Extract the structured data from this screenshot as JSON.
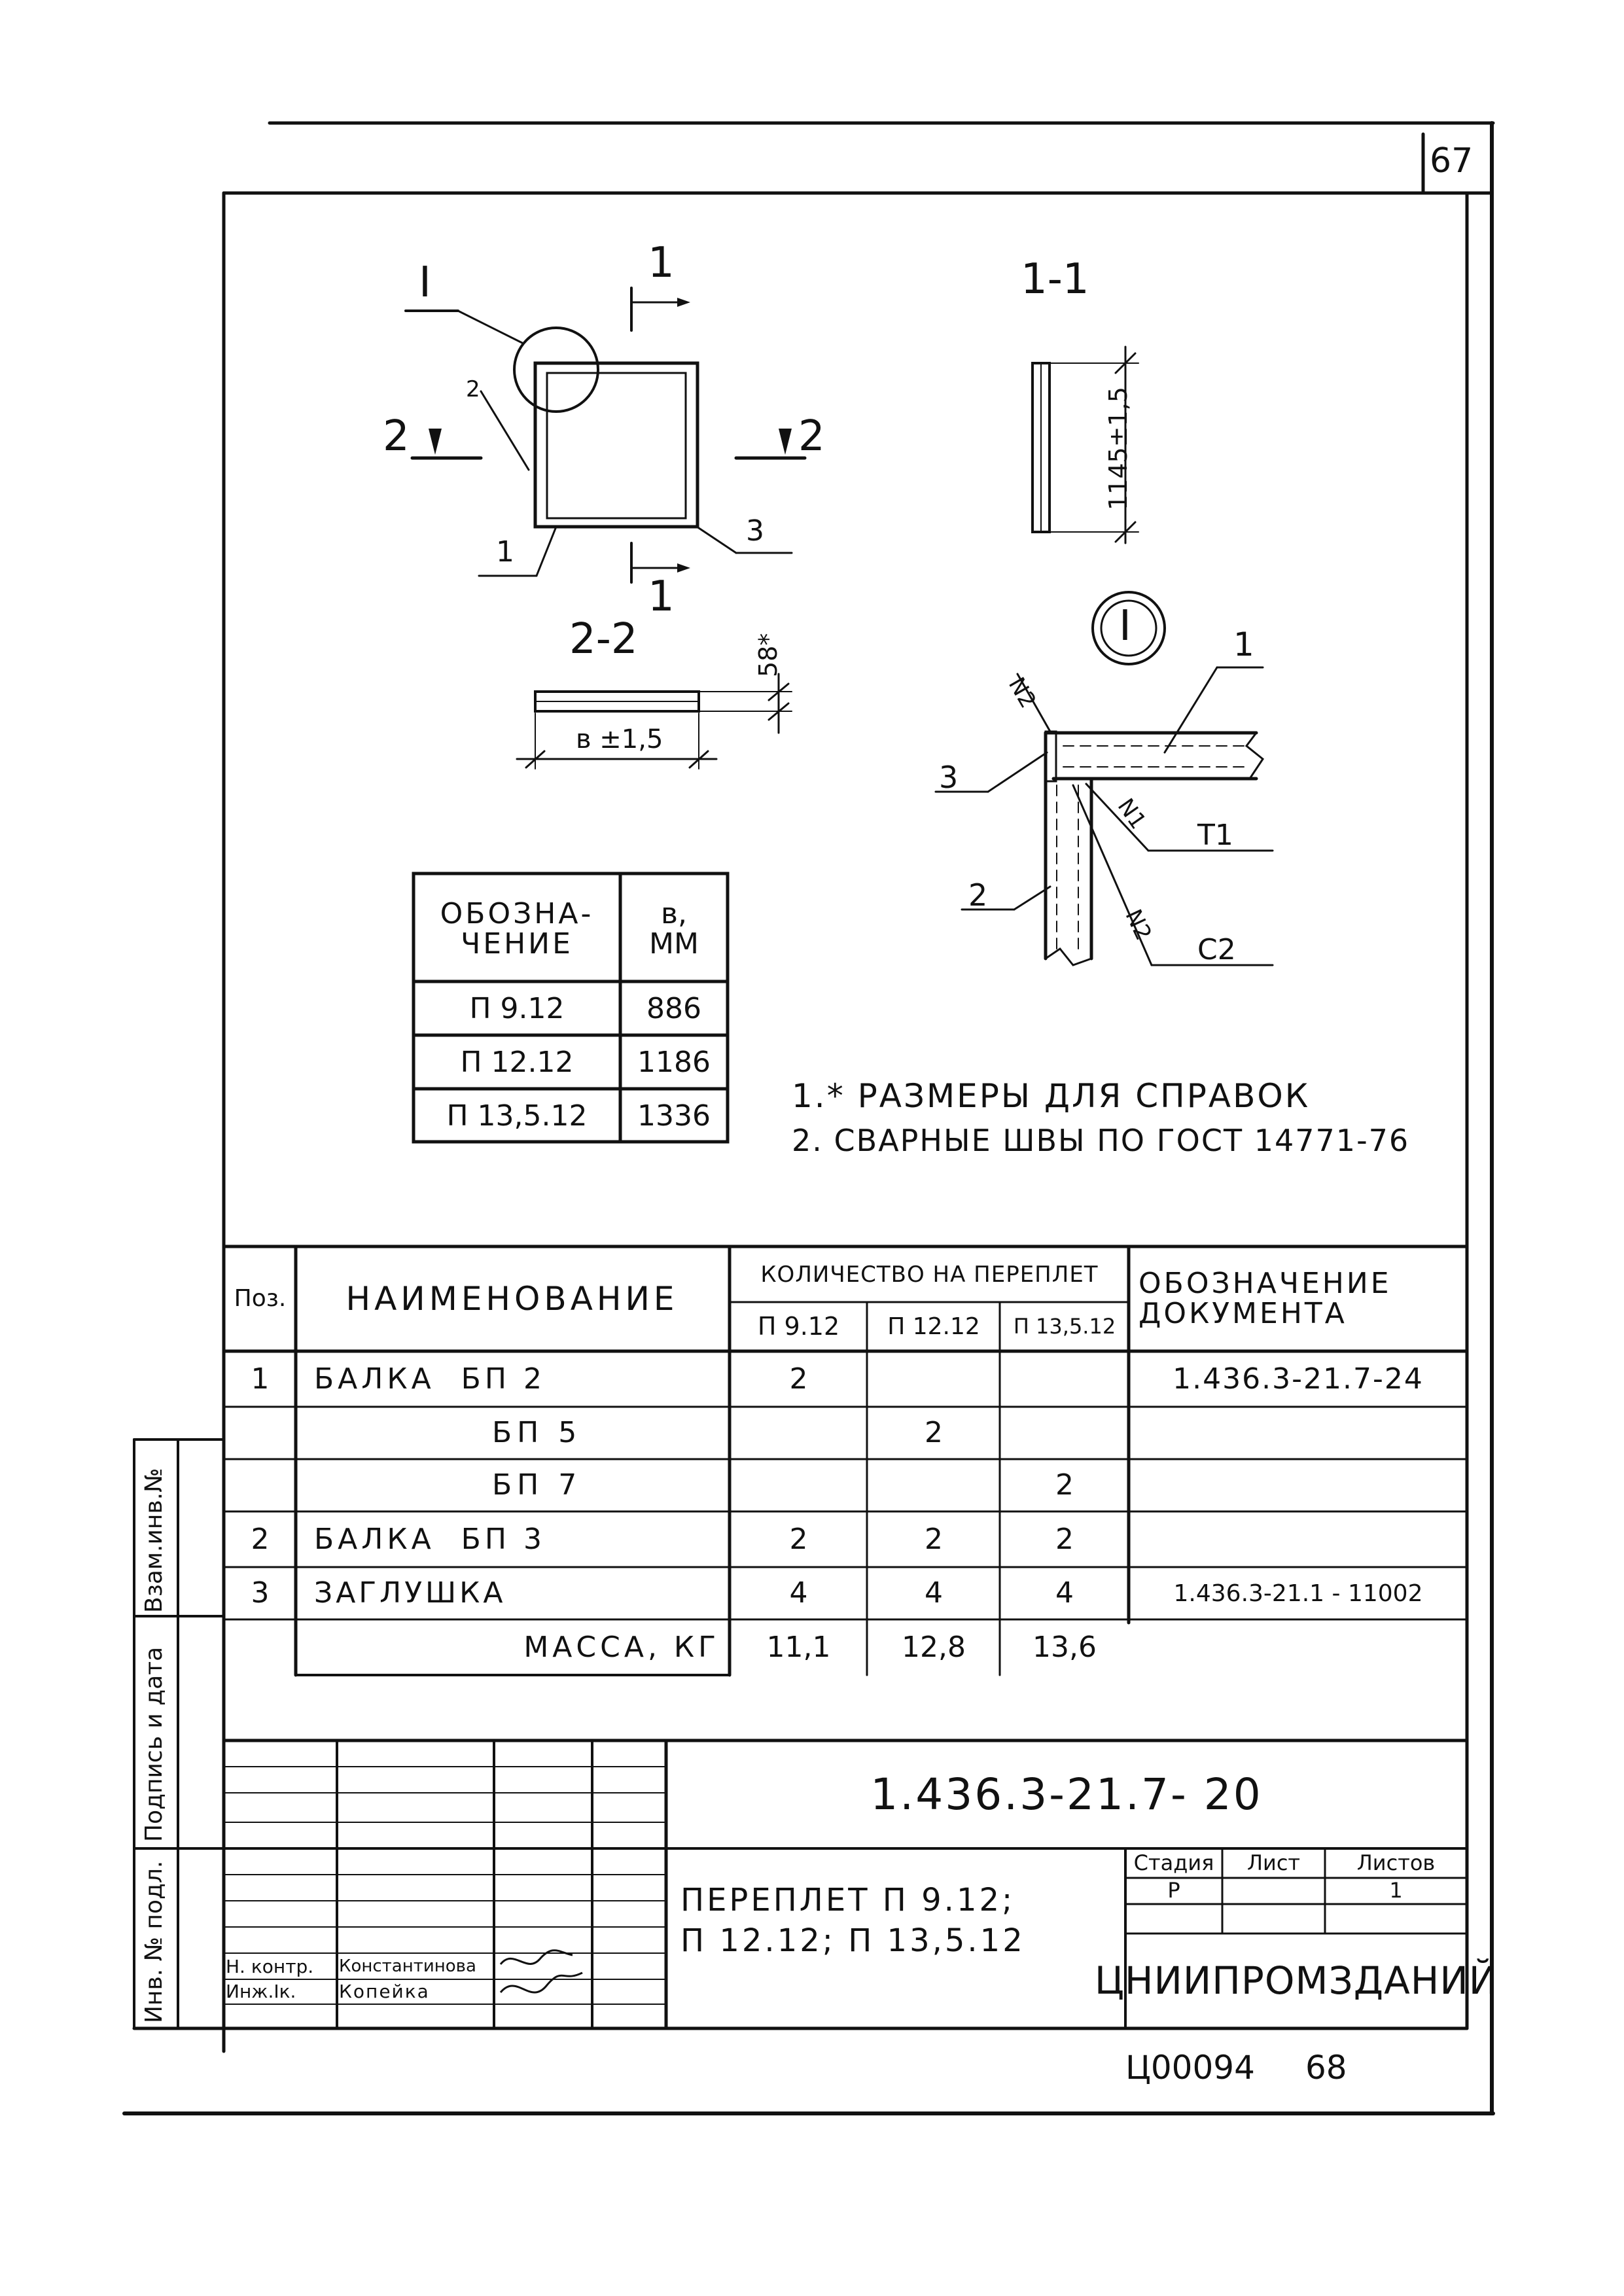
{
  "page_number": "67",
  "drawing": {
    "view_marks": {
      "detail": "I",
      "section1_top": "1",
      "section1_bottom": "1",
      "section2_left": "2",
      "section2_right": "2",
      "part1": "1",
      "part2": "2",
      "part3": "3"
    },
    "section_1_1": {
      "title": "1-1",
      "dimension": "1145±1,5"
    },
    "section_2_2": {
      "title": "2-2",
      "height_dim": "58*",
      "width_dim": "в ±1,5"
    },
    "detail_I": {
      "title": "I",
      "part1": "1",
      "part2": "2",
      "part3": "3",
      "weld_n2_top": "N2",
      "weld_n1": "N1",
      "weld_n2_bottom": "N2",
      "weld_t1": "Т1",
      "weld_c2": "С2"
    }
  },
  "dim_table": {
    "headers": [
      "ОБОЗНА-\nЧЕНИЕ",
      "в,\nММ"
    ],
    "rows": [
      [
        "П 9.12",
        "886"
      ],
      [
        "П 12.12",
        "1186"
      ],
      [
        "П 13,5.12",
        "1336"
      ]
    ]
  },
  "notes": [
    "1.* РАЗМЕРЫ ДЛЯ СПРАВОК",
    "2. СВАРНЫЕ ШВЫ ПО ГОСТ 14771-76"
  ],
  "spec_table": {
    "header": {
      "pos": "Поз.",
      "name": "НАИМЕНОВАНИЕ",
      "qty": "КОЛИЧЕСТВО НА ПЕРЕПЛЕТ",
      "qty_cols": [
        "П 9.12",
        "П 12.12",
        "П 13,5.12"
      ],
      "doc": "ОБОЗНАЧЕНИЕ\nДОКУМЕНТА"
    },
    "rows": [
      {
        "pos": "1",
        "name": "БАЛКА  БП 2",
        "q1": "2",
        "q2": "",
        "q3": "",
        "doc": "1.436.3-21.7-24"
      },
      {
        "pos": "",
        "name": "БП 5",
        "q1": "",
        "q2": "2",
        "q3": "",
        "doc": ""
      },
      {
        "pos": "",
        "name": "БП 7",
        "q1": "",
        "q2": "",
        "q3": "2",
        "doc": ""
      },
      {
        "pos": "2",
        "name": "БАЛКА  БП 3",
        "q1": "2",
        "q2": "2",
        "q3": "2",
        "doc": ""
      },
      {
        "pos": "3",
        "name": "ЗАГЛУШКА",
        "q1": "4",
        "q2": "4",
        "q3": "4",
        "doc": "1.436.3-21.1 - 11002"
      },
      {
        "pos": "",
        "name": "МАССА, КГ",
        "q1": "11,1",
        "q2": "12,8",
        "q3": "13,6",
        "doc": ""
      }
    ]
  },
  "side_stamp": {
    "vz_inv": "Взам.инв.№",
    "sign_date": "Подпись и дата",
    "inv_orig": "Инв. № подл."
  },
  "title_block": {
    "doc_code": "1.436.3-21.7- 20",
    "title": "ПЕРЕПЛЕТ  П 9.12;\nП 12.12;  П 13,5.12",
    "stage_label": "Стадия",
    "sheet_label": "Лист",
    "sheets_label": "Листов",
    "stage": "Р",
    "sheet": "",
    "sheets": "1",
    "organization": "ЦНИИПРОМЗДАНИЙ",
    "signers": [
      {
        "role": "Н. контр.",
        "name": "Константинова"
      },
      {
        "role": "Инж.Iк.",
        "name": "Копейка"
      }
    ]
  },
  "footer": {
    "archive_number": "Ц00094",
    "page": "68"
  }
}
